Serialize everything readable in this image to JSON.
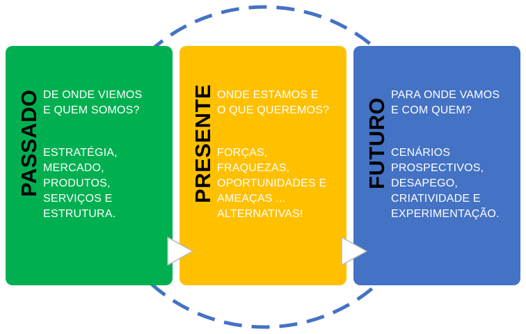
{
  "panels": [
    {
      "title": "PASSADO",
      "question": "DE ONDE VIEMOS\nE QUEM SOMOS?",
      "details": "ESTRATÉGIA,\nMERCADO,\nPRODUTOS,\nSERVIÇOS E\nESTRUTURA.",
      "color": "#00b050"
    },
    {
      "title": "PRESENTE",
      "question": "ONDE ESTAMOS E\nO QUE QUEREMOS?",
      "details": "FORÇAS,\nFRAQUEZAS,\nOPORTUNIDADES E\nAMEAÇAS ...\nALTERNATIVAS!",
      "color": "#ffc000"
    },
    {
      "title": "FUTURO",
      "question": "PARA ONDE VAMOS\nE COM QUEM?",
      "details": "CENÁRIOS\nPROSPECTIVOS,\nDESAPEGO,\nCRIATIVIDADE E\nEXPERIMENTAÇÃO.",
      "color": "#4472c4"
    }
  ],
  "cycle_color": "#4472c4",
  "arrow_color": "#ffffff",
  "arrow_icon": "triangle-right-icon"
}
